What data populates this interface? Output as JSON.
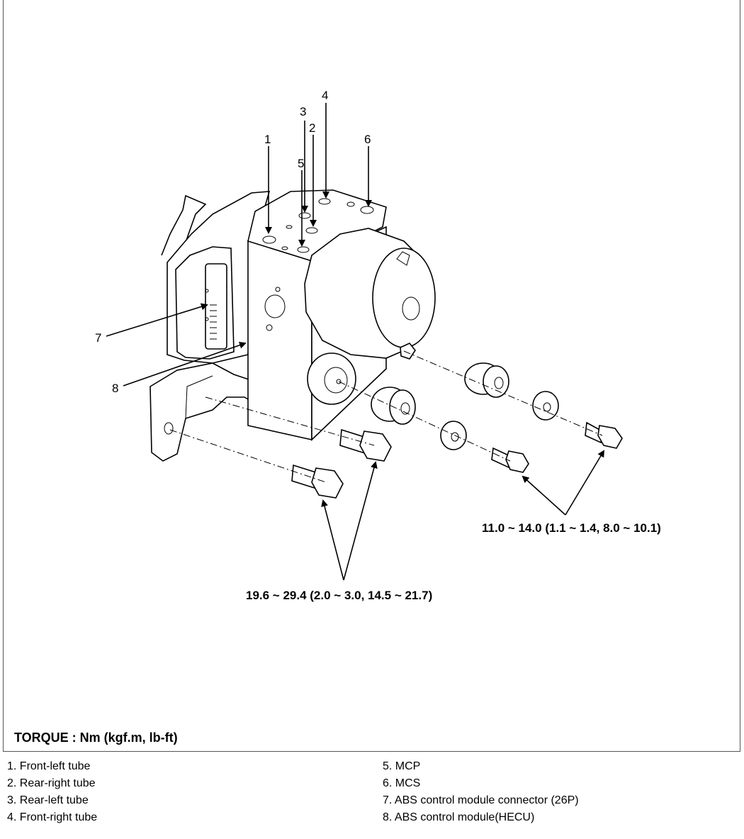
{
  "callouts": [
    "1",
    "2",
    "3",
    "4",
    "5",
    "6",
    "7",
    "8"
  ],
  "torque_specs": {
    "small_bolts": "11.0 ~ 14.0 (1.1 ~ 1.4, 8.0 ~ 10.1)",
    "large_bolts": "19.6 ~ 29.4 (2.0 ~ 3.0, 14.5 ~ 21.7)"
  },
  "torque_heading": "TORQUE : Nm (kgf.m, lb-ft)",
  "legend": {
    "left": [
      "1. Front-left tube",
      "2. Rear-right tube",
      "3. Rear-left tube",
      "4. Front-right tube"
    ],
    "right": [
      "5. MCP",
      "6. MCS",
      "7. ABS control module connector (26P)",
      "8. ABS control module(HECU)"
    ]
  }
}
